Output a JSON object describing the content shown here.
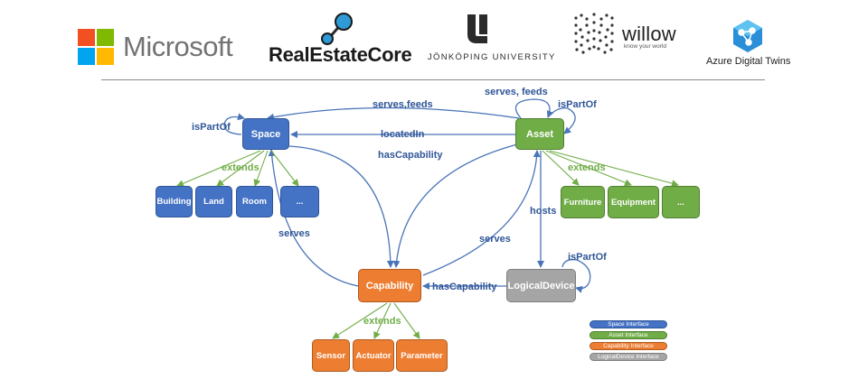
{
  "logos": {
    "microsoft": "Microsoft",
    "realestatecore": "RealEstateCore",
    "jonkoping": "JÖNKÖPING UNIVERSITY",
    "willow": "willow",
    "willow_tagline": "know your world",
    "azure": "Azure Digital Twins"
  },
  "nodes": {
    "space": "Space",
    "asset": "Asset",
    "capability": "Capability",
    "logical_device": "LogicalDevice",
    "building": "Building",
    "land": "Land",
    "room": "Room",
    "space_more": "...",
    "furniture": "Furniture",
    "equipment": "Equipment",
    "asset_more": "...",
    "sensor": "Sensor",
    "actuator": "Actuator",
    "parameter": "Parameter"
  },
  "edges": {
    "serves_feeds_top": "serves,feeds",
    "serves_feeds_asset": "serves, feeds",
    "is_part_of_space": "isPartOf",
    "is_part_of_asset": "isPartOf",
    "is_part_of_device": "isPartOf",
    "located_in": "locatedIn",
    "has_capability_asset": "hasCapability",
    "has_capability_device": "hasCapability",
    "extends_space": "extends",
    "extends_asset": "extends",
    "extends_capability": "extends",
    "serves_space": "serves",
    "serves_device": "serves",
    "hosts": "hosts"
  },
  "legend": {
    "space": "Space Interface",
    "asset": "Asset Interface",
    "capability": "Capability Interface",
    "logical_device": "LogicalDevice Interface"
  },
  "colors": {
    "space": "#4472c4",
    "asset": "#70ad47",
    "capability": "#ed7d31",
    "logical_device": "#a5a5a5",
    "edge": "#4a74b8",
    "extends": "#70ad47"
  }
}
